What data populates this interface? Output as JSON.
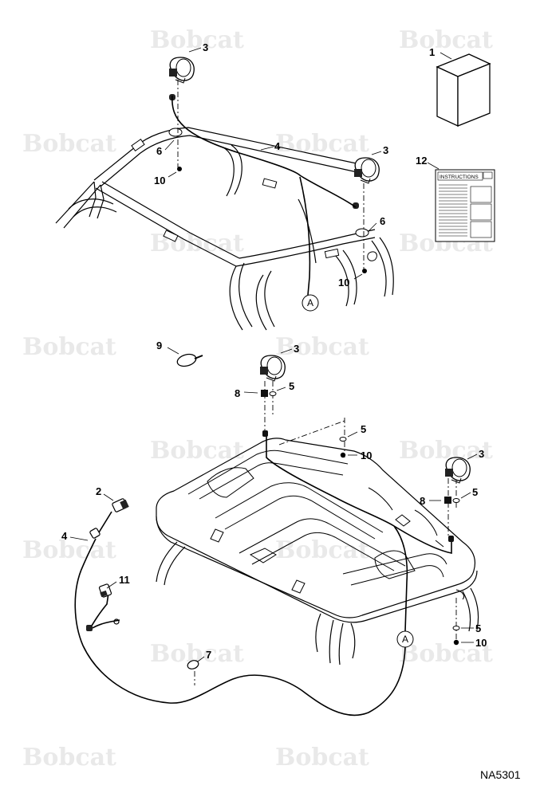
{
  "watermark": {
    "brand": "Bobcat"
  },
  "callouts": {
    "kit": "1",
    "connector": "2",
    "light": "3",
    "harness": "4",
    "washer": "5",
    "grommet": "6",
    "plug": "7",
    "nut": "8",
    "tie": "9",
    "locknut": "10",
    "switch": "11",
    "instructions": "12"
  },
  "reference_letter": "A",
  "instruction_sheet_title": "INSTRUCTIONS",
  "document_id": "NA5301"
}
